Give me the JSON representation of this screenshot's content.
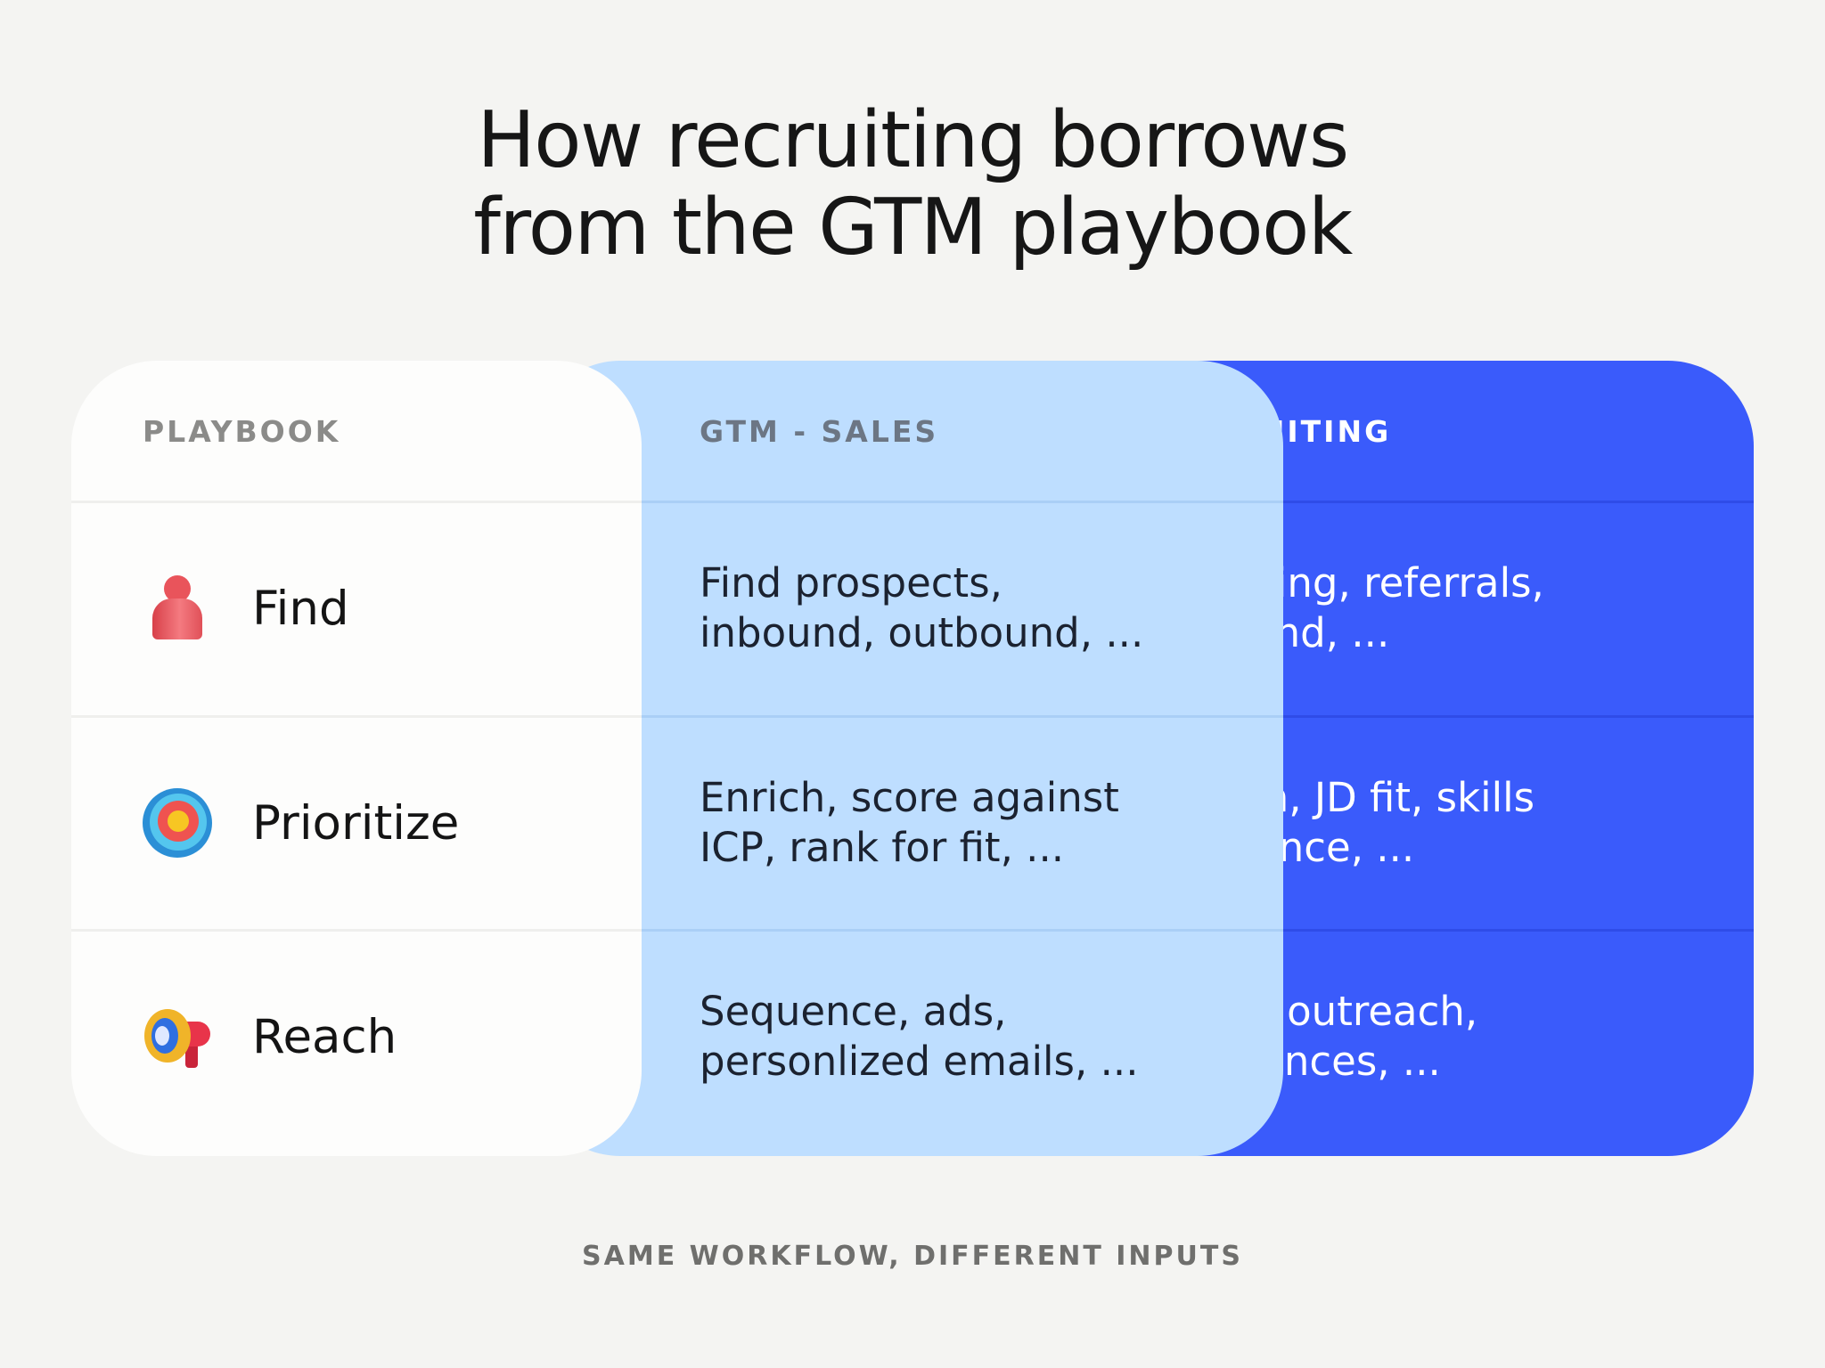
{
  "title": {
    "line1": "How recruiting borrows",
    "line2": "from the GTM playbook"
  },
  "columns": {
    "playbook": "PLAYBOOK",
    "gtm": "GTM - SALES",
    "recruiting": "RECRUITING"
  },
  "rows": [
    {
      "label": "Find",
      "icon": "person-icon",
      "gtm": [
        "Find prospects,",
        "inbound, outbound, ..."
      ],
      "recruiting": [
        "Sourcing, referrals,",
        "inbound, ..."
      ]
    },
    {
      "label": "Prioritize",
      "icon": "target-icon",
      "gtm": [
        "Enrich, score against",
        "ICP, rank for fit, ..."
      ],
      "recruiting": [
        "Enrich, JD fit, skills",
        "inference, ..."
      ]
    },
    {
      "label": "Reach",
      "icon": "megaphone-icon",
      "gtm": [
        "Sequence, ads,",
        "personlized emails, ..."
      ],
      "recruiting": [
        "Email outreach,",
        "sequences, ..."
      ]
    }
  ],
  "footer": "SAME WORKFLOW, DIFFERENT INPUTS",
  "colors": {
    "background": "#f4f4f2",
    "playbook_column": "#fdfdfc",
    "gtm_column": "#bedeff",
    "recruiting_column": "#3a5bfb"
  }
}
